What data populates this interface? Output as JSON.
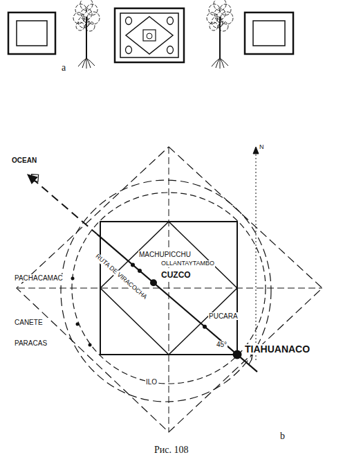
{
  "diagram": {
    "caption": "Рис. 108",
    "labels": [
      "a",
      "OCEAN",
      "N",
      "PACHACAMAC",
      "MACHUPICCHU",
      "OLLANTAYTAMBO",
      "CUZCO",
      "RUTA DE VIRACOCHA",
      "CANETE",
      "PUCARA",
      "PARACAS",
      "45°",
      "TIAHUANACO",
      "ILO",
      "b"
    ]
  }
}
